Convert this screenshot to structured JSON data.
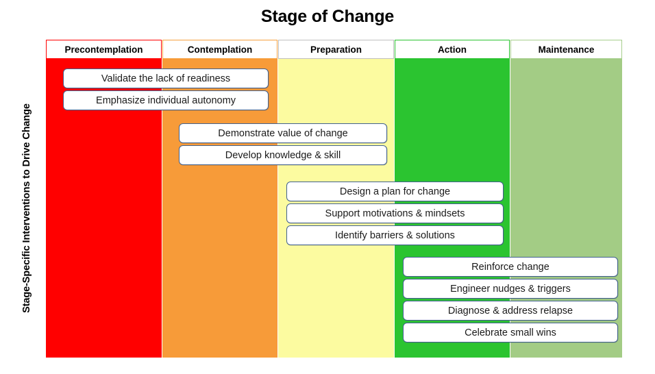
{
  "title": "Stage of Change",
  "y_axis_label": "Stage-Specific Interventions to Drive Change",
  "chart_data": {
    "type": "table",
    "title": "Stage of Change",
    "xlabel": "Stage of Change",
    "ylabel": "Stage-Specific Interventions to Drive Change",
    "grid": false,
    "legend": "none",
    "categories": [
      "Precontemplation",
      "Contemplation",
      "Preparation",
      "Action",
      "Maintenance"
    ],
    "column_colors": [
      "#FF0000",
      "#F79B39",
      "#FCFBA0",
      "#2BC430",
      "#A3CC85"
    ],
    "column_header_border_colors": [
      "#FF0000",
      "#F7A13F",
      "#BFBFBF",
      "#2BC430",
      "#A6CE8C"
    ],
    "columns": [
      {
        "stage": "Precontemplation",
        "color": "#FF0000",
        "interventions": [
          "Validate the lack of readiness",
          "Emphasize individual autonomy"
        ]
      },
      {
        "stage": "Contemplation",
        "color": "#F79B39",
        "interventions": [
          "Demonstrate value of change",
          "Develop knowledge & skill"
        ]
      },
      {
        "stage": "Preparation",
        "color": "#FCFBA0",
        "interventions": [
          "Design a plan for change",
          "Support motivations & mindsets",
          "Identify barriers & solutions"
        ]
      },
      {
        "stage": "Action",
        "color": "#2BC430",
        "interventions": [
          "Reinforce change",
          "Engineer nudges & triggers",
          "Diagnose & address relapse",
          "Celebrate small wins"
        ]
      },
      {
        "stage": "Maintenance",
        "color": "#A3CC85",
        "interventions": []
      }
    ]
  },
  "headers": [
    {
      "label": "Precontemplation"
    },
    {
      "label": "Contemplation"
    },
    {
      "label": "Preparation"
    },
    {
      "label": "Action"
    },
    {
      "label": "Maintenance"
    }
  ],
  "boxes": [
    {
      "text": "Validate the lack of readiness",
      "group": 1
    },
    {
      "text": "Emphasize individual autonomy",
      "group": 1
    },
    {
      "text": "Demonstrate value of change",
      "group": 2
    },
    {
      "text": "Develop knowledge & skill",
      "group": 2
    },
    {
      "text": "Design a plan for change",
      "group": 3
    },
    {
      "text": "Support motivations & mindsets",
      "group": 3
    },
    {
      "text": "Identify barriers & solutions",
      "group": 3
    },
    {
      "text": "Reinforce change",
      "group": 4
    },
    {
      "text": "Engineer nudges & triggers",
      "group": 4
    },
    {
      "text": "Diagnose & address relapse",
      "group": 4
    },
    {
      "text": "Celebrate small wins",
      "group": 4
    }
  ]
}
